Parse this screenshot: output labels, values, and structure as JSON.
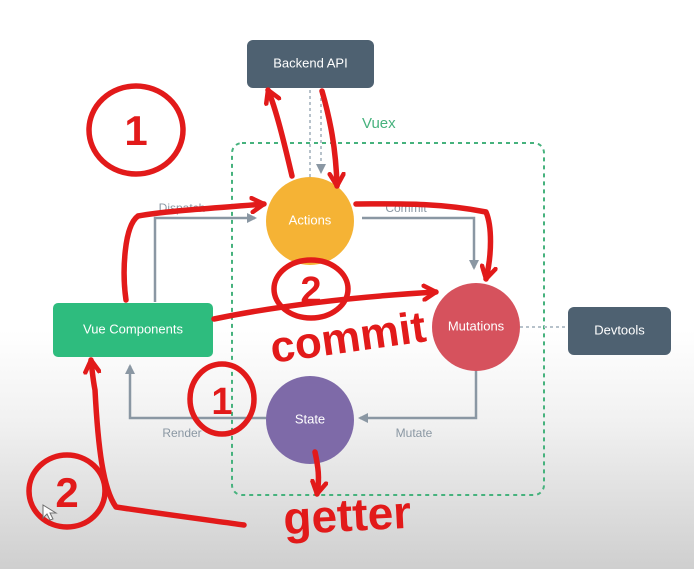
{
  "diagram": {
    "group_title": "Vuex",
    "nodes": {
      "backend_api": "Backend API",
      "actions": "Actions",
      "mutations": "Mutations",
      "devtools": "Devtools",
      "vue_components": "Vue Components",
      "state": "State"
    },
    "edge_labels": {
      "dispatch": "Dispatch",
      "commit": "Commit",
      "render": "Render",
      "mutate": "Mutate"
    },
    "colors": {
      "backend_api": "#4e6171",
      "devtools": "#4e6171",
      "actions": "#f5b335",
      "mutations": "#d6525d",
      "vue_components": "#2ebc7e",
      "state": "#7e6aa8",
      "vuex_border": "#46b27d",
      "edge": "#8a97a3",
      "annotation": "#e21a1a"
    }
  },
  "annotations": {
    "circled_number_top_left": "1",
    "circled_number_mutations_path": "2",
    "circled_number_state": "1",
    "circled_number_bottom_left": "2",
    "commit_word": "commit",
    "getter_word": "getter"
  }
}
